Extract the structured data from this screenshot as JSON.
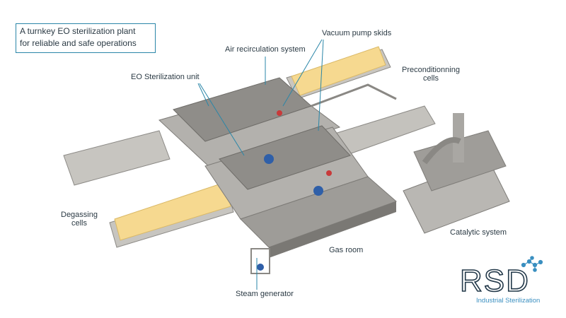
{
  "title": {
    "line1": "A turnkey EO sterilization plant",
    "line2": "for reliable and safe operations"
  },
  "labels": {
    "vacuum_pump_skids": "Vacuum pump skids",
    "air_recirculation": "Air recirculation system",
    "eo_unit": "EO Sterilization unit",
    "preconditioning_1": "Preconditionning",
    "preconditioning_2": "cells",
    "degassing_1": "Degassing",
    "degassing_2": "cells",
    "gas_room": "Gas room",
    "catalytic": "Catalytic system",
    "steam": "Steam generator"
  },
  "logo": {
    "text": "RSD",
    "subtitle": "Industrial Sterilization"
  },
  "colors": {
    "accent": "#2a86a8",
    "logo_dark": "#23394a",
    "logo_blue": "#3a8fc0",
    "pallet": "#f7d98a",
    "concrete": "#a9a9a6"
  }
}
